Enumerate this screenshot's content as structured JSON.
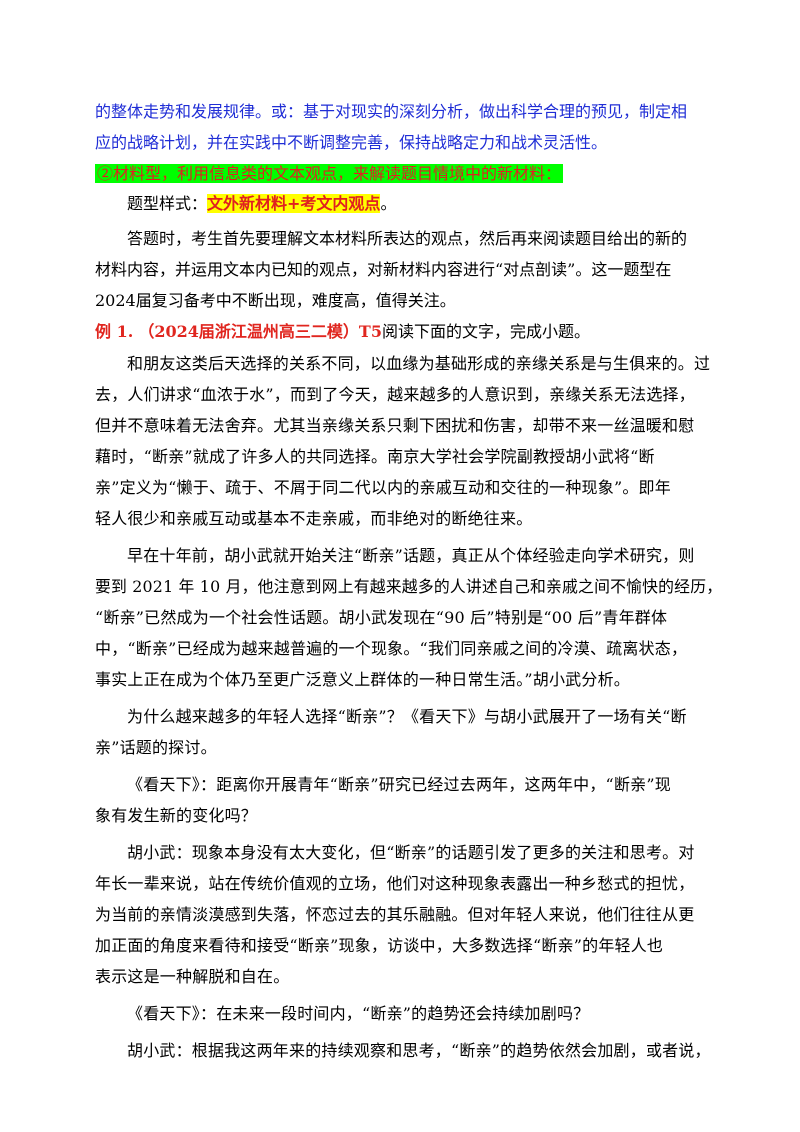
{
  "top": {
    "line1": "的整体走势和发展规律。或：基于对现实的深刻分析，做出科学合理的预见，制定相",
    "line2": "应的战略计划，并在实践中不断调整完善，保持战略定力和战术灵活性。"
  },
  "section_heading": "②材料型，利用信息类的文本观点，来解读题目情境中的新材料：",
  "format": {
    "label": "题型样式：",
    "value": "文外新材料+考文内观点",
    "suffix": "。"
  },
  "intro": [
    "答题时，考生首先要理解文本材料所表达的观点，然后再来阅读题目给出的新的",
    "材料内容，并运用文本内已知的观点，对新材料内容进行“对点剖读”。这一题型在",
    "2024届复习备考中不断出现，难度高，值得关注。"
  ],
  "example": {
    "label": "例 1.",
    "source": "（2024届浙江温州高三二模）T5",
    "instruction": "阅读下面的文字，完成小题。"
  },
  "passage": [
    "和朋友这类后天选择的关系不同，以血缘为基础形成的亲缘关系是与生俱来的。过",
    "去，人们讲求“血浓于水”，而到了今天，越来越多的人意识到，亲缘关系无法选择，",
    "但并不意味着无法舍弃。尤其当亲缘关系只剩下困扰和伤害，却带不来一丝温暖和慰",
    "藉时，“断亲”就成了许多人的共同选择。南京大学社会学院副教授胡小武将“断",
    "亲”定义为“懒于、疏于、不屑于同二代以内的亲戚互动和交往的一种现象”。即年",
    "轻人很少和亲戚互动或基本不走亲戚，而非绝对的断绝往来。",
    "早在十年前，胡小武就开始关注“断亲”话题，真正从个体经验走向学术研究，则",
    "要到 2021 年 10 月，他注意到网上有越来越多的人讲述自己和亲戚之间不愉快的经历，",
    "“断亲”已然成为一个社会性话题。胡小武发现在“90 后”特别是“00 后”青年群体",
    "中，“断亲”已经成为越来越普遍的一个现象。“我们同亲戚之间的冷漠、疏离状态，",
    "事实上正在成为个体乃至更广泛意义上群体的一种日常生活。”胡小武分析。",
    "为什么越来越多的年轻人选择“断亲”？《看天下》与胡小武展开了一场有关“断",
    "亲”话题的探讨。",
    "《看天下》：距离你开展青年“断亲”研究已经过去两年，这两年中，“断亲”现",
    "象有发生新的变化吗？",
    "胡小武：现象本身没有太大变化，但“断亲”的话题引发了更多的关注和思考。对",
    "年长一辈来说，站在传统价值观的立场，他们对这种现象表露出一种乡愁式的担忧，",
    "为当前的亲情淡漠感到失落，怀恋过去的其乐融融。但对年轻人来说，他们往往从更",
    "加正面的角度来看待和接受“断亲”现象，访谈中，大多数选择“断亲”的年轻人也",
    "表示这是一种解脱和自在。",
    "《看天下》：在未来一段时间内，“断亲”的趋势还会持续加剧吗？",
    "胡小武：根据我这两年来的持续观察和思考，“断亲”的趋势依然会加剧，或者说，"
  ]
}
